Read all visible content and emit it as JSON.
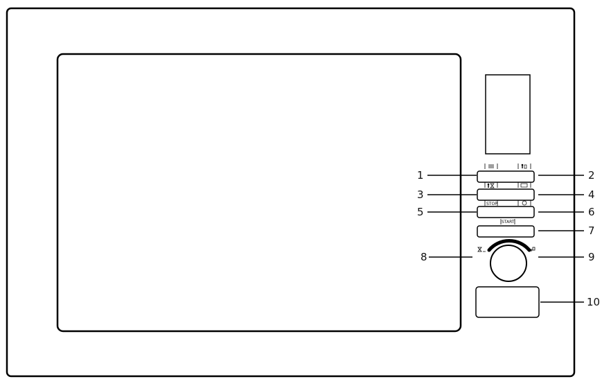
{
  "callouts": {
    "1": "1",
    "2": "2",
    "3": "3",
    "4": "4",
    "5": "5",
    "6": "6",
    "7": "7",
    "8": "8",
    "9": "9",
    "10": "10"
  },
  "button_labels": {
    "stop": "STOP",
    "start": "START"
  },
  "icons": {
    "button_1": "microwave-waves-icon",
    "button_2": "grill-icon",
    "button_3": "defrost-icon",
    "button_4": "auto-cook-icon",
    "button_6": "clock-icon",
    "knob_left": "hourglass-icon",
    "knob_right": "weight-icon"
  },
  "colors": {
    "line": "#000000",
    "background": "#ffffff"
  }
}
